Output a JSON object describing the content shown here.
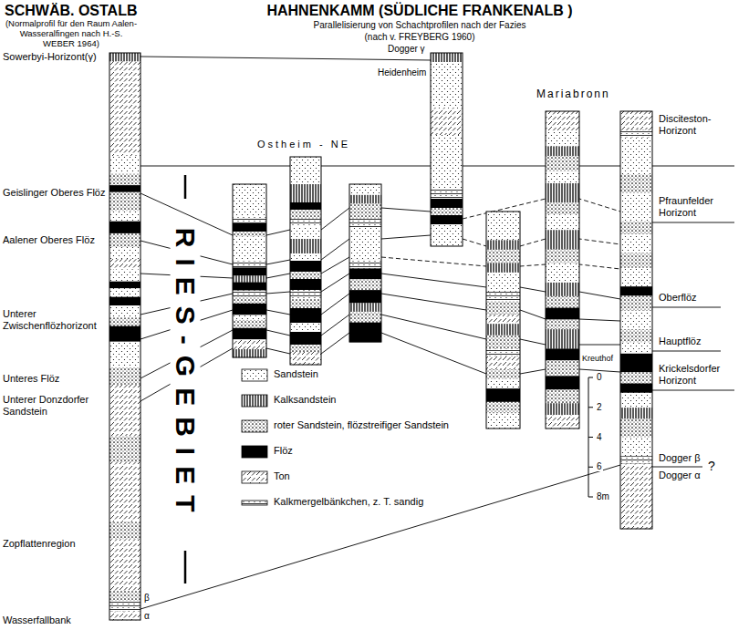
{
  "diagram": {
    "labels": [
      "SCHWÄB. OSTALB",
      "(Normalprofil für den Raum Aalen-Wasseralfingen nach H.-S. WEBER 1964)",
      "HAHNENKAMM (SÜDLICHE FRANKENALB )",
      "Parallelisierung von Schachtprofilen nach der Fazies",
      "(nach v. FREYBERG 1960)",
      "Sowerbyi-Horizont(γ)",
      "Geislinger Oberes Flöz",
      "Aalener Oberes Flöz",
      "Unterer Zwischenflözhorizont",
      "Unteres Flöz",
      "Unterer Donzdorfer Sandstein",
      "Zopflattenregion",
      "Wasserfallbank",
      "β",
      "α",
      "RIES-GEBIET",
      "Ostheim - NE",
      "Dogger γ",
      "Heidenheim",
      "Mariabronn",
      "Disciteston-Horizont",
      "Pfraunfelder Horizont",
      "Oberflöz",
      "Hauptflöz",
      "Kreuthof",
      "Krickelsdorfer Horizont",
      "Dogger β",
      "Dogger α",
      "?",
      "0",
      "2",
      "4",
      "6",
      "8m"
    ],
    "legend": [
      {
        "text": "Sandstein"
      },
      {
        "text": "Kalksandstein"
      },
      {
        "text": "roter Sandstein, flözstreifiger Sandstein"
      },
      {
        "text": "Flöz"
      },
      {
        "text": "Ton"
      },
      {
        "text": "Kalkmergelbänkchen, z. T. sandig"
      }
    ]
  }
}
